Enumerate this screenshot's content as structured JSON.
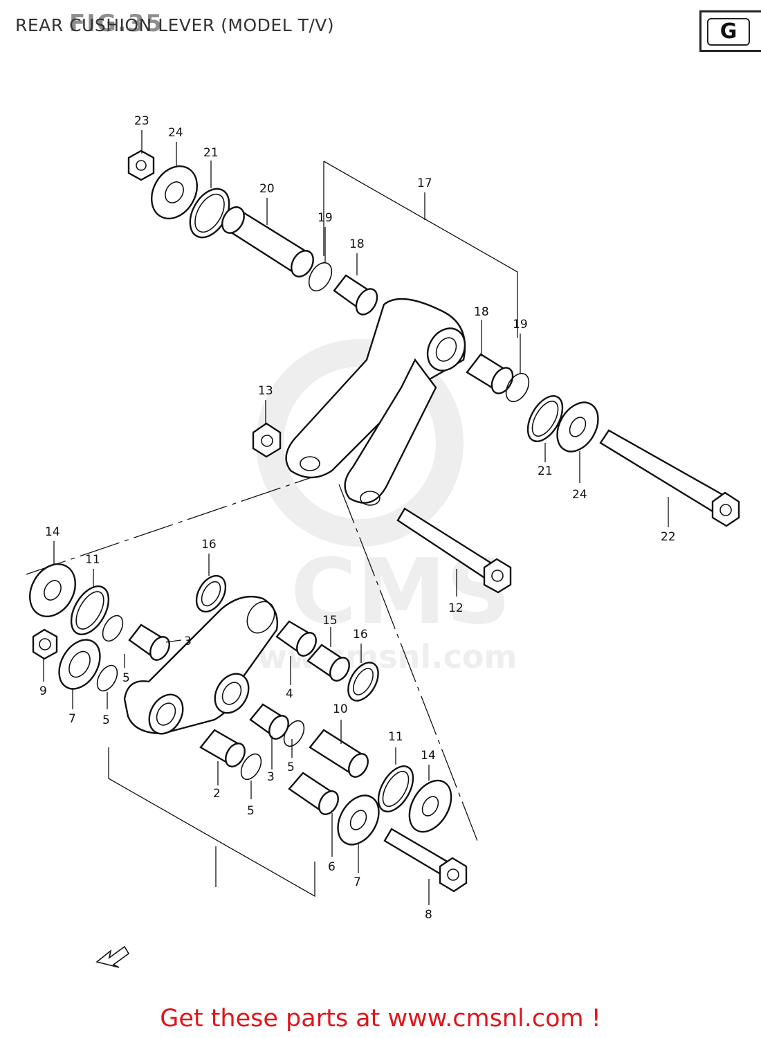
{
  "header": {
    "title": "REAR CUSHION LEVER (MODEL T/V)",
    "fig_stamp": "FIG.35",
    "group_letter": "G"
  },
  "watermark": {
    "brand": "CMS",
    "url": "www.cmsnl.com"
  },
  "parts": {
    "p2": "2",
    "p3a": "3",
    "p3b": "3",
    "p4": "4",
    "p5a": "5",
    "p5b": "5",
    "p5c": "5",
    "p5d": "5",
    "p6": "6",
    "p7a": "7",
    "p7b": "7",
    "p8": "8",
    "p9": "9",
    "p10": "10",
    "p11a": "11",
    "p11b": "11",
    "p12": "12",
    "p13": "13",
    "p14a": "14",
    "p14b": "14",
    "p15": "15",
    "p16a": "16",
    "p16b": "16",
    "p17": "17",
    "p18a": "18",
    "p18b": "18",
    "p19a": "19",
    "p19b": "19",
    "p20": "20",
    "p21a": "21",
    "p21b": "21",
    "p22": "22",
    "p23": "23",
    "p24a": "24",
    "p24b": "24"
  },
  "icons": {
    "front_arrow": "front-direction-arrow-icon"
  },
  "footer": {
    "cta": "Get these parts at www.cmsnl.com !"
  },
  "colors": {
    "cta": "#e0151b",
    "line_art": "#111111",
    "watermark": "#eeeeee"
  }
}
